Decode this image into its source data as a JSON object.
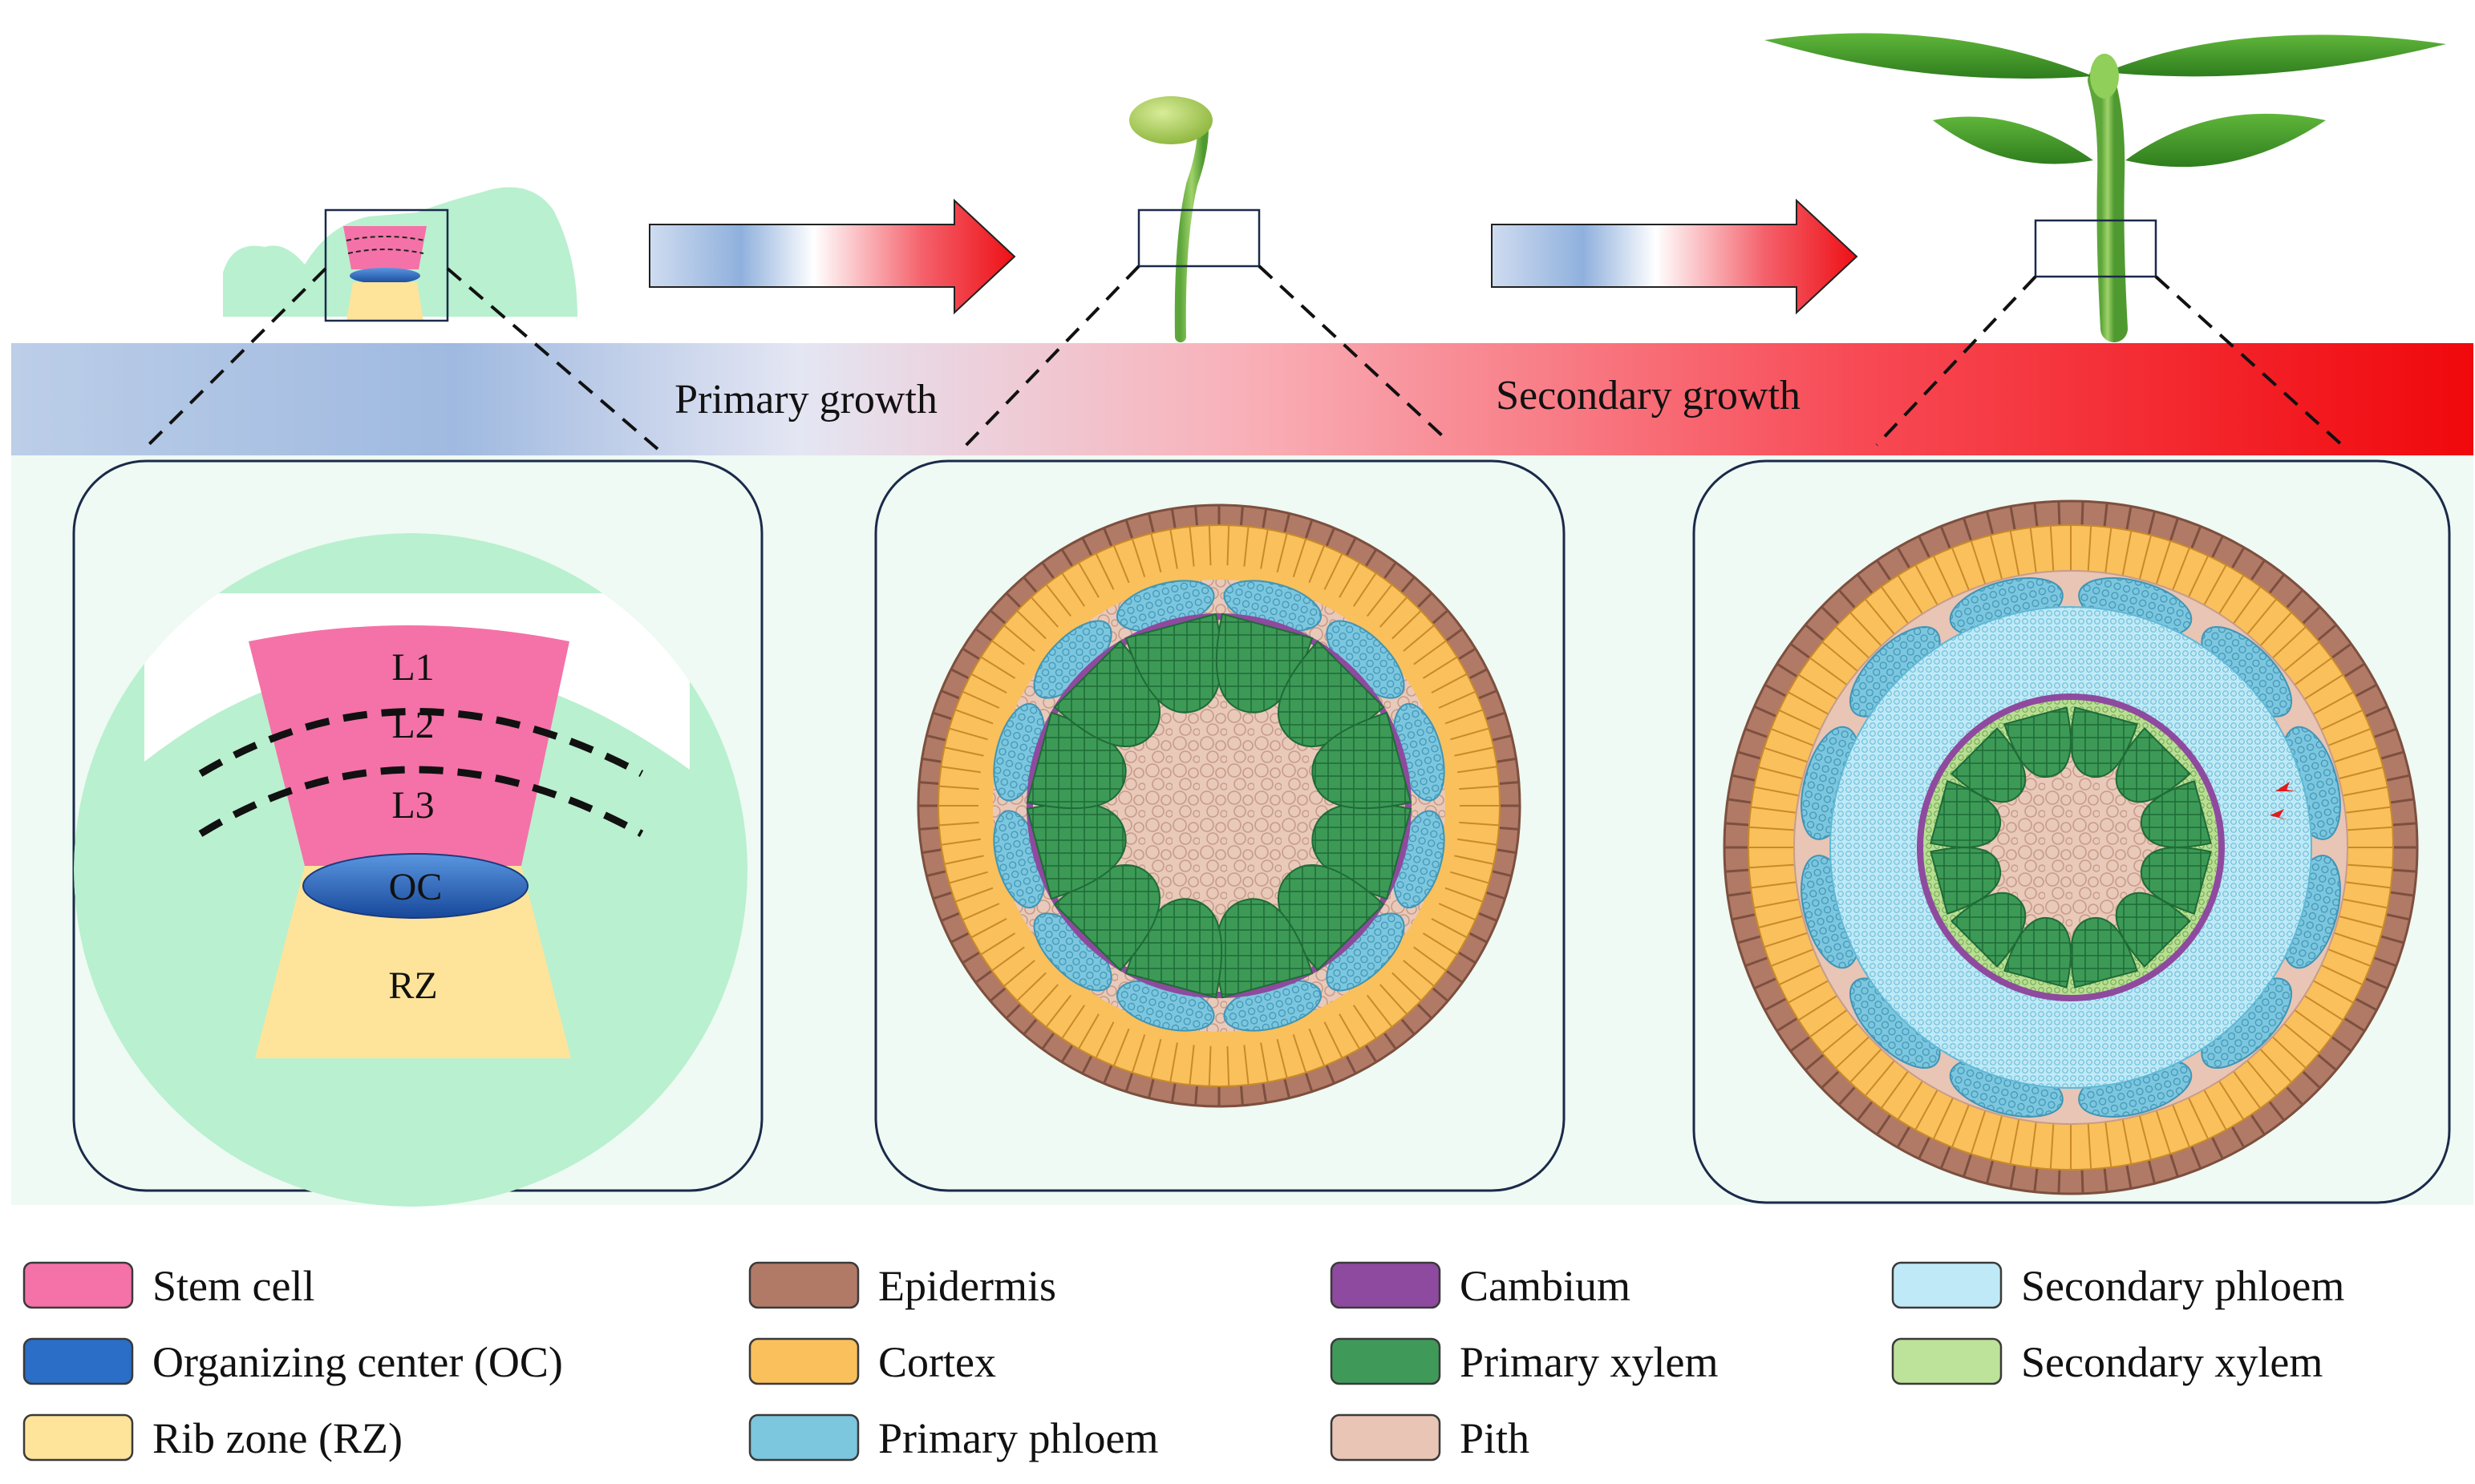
{
  "banner": {
    "primary_label": "Primary growth",
    "secondary_label": "Secondary growth"
  },
  "meristem": {
    "layers": [
      "L1",
      "L2",
      "L3"
    ],
    "oc_label": "OC",
    "rz_label": "RZ"
  },
  "colors": {
    "stem_cell": "#f472a8",
    "organizing_center": "#2a6ec8",
    "rib_zone": "#fde49a",
    "epidermis": "#b07a66",
    "cortex": "#f9c05c",
    "primary_phloem": "#7cc6de",
    "cambium": "#8e4a9e",
    "primary_xylem": "#3f9a5a",
    "pith": "#e9c5b5",
    "secondary_phloem": "#bfe9f6",
    "secondary_xylem": "#bde29a",
    "panel_bg": "#eefaf3",
    "banner_start": "#b9cdea",
    "banner_end": "#f20f12"
  },
  "legend": {
    "col1": [
      {
        "label": "Stem cell",
        "color": "#f472a8"
      },
      {
        "label": "Organizing center (OC)",
        "color": "#2a6ec8"
      },
      {
        "label": "Rib zone (RZ)",
        "color": "#fde49a"
      }
    ],
    "col2": [
      {
        "label": "Epidermis",
        "color": "#b07a66"
      },
      {
        "label": "Cortex",
        "color": "#f9c05c"
      },
      {
        "label": "Primary phloem",
        "color": "#7cc6de"
      }
    ],
    "col3": [
      {
        "label": "Cambium",
        "color": "#8e4a9e"
      },
      {
        "label": "Primary xylem",
        "color": "#3f9a5a"
      },
      {
        "label": "Pith",
        "color": "#e9c5b5"
      }
    ],
    "col4": [
      {
        "label": "Secondary phloem",
        "color": "#bfe9f6"
      },
      {
        "label": "Secondary xylem",
        "color": "#bde29a"
      }
    ]
  }
}
